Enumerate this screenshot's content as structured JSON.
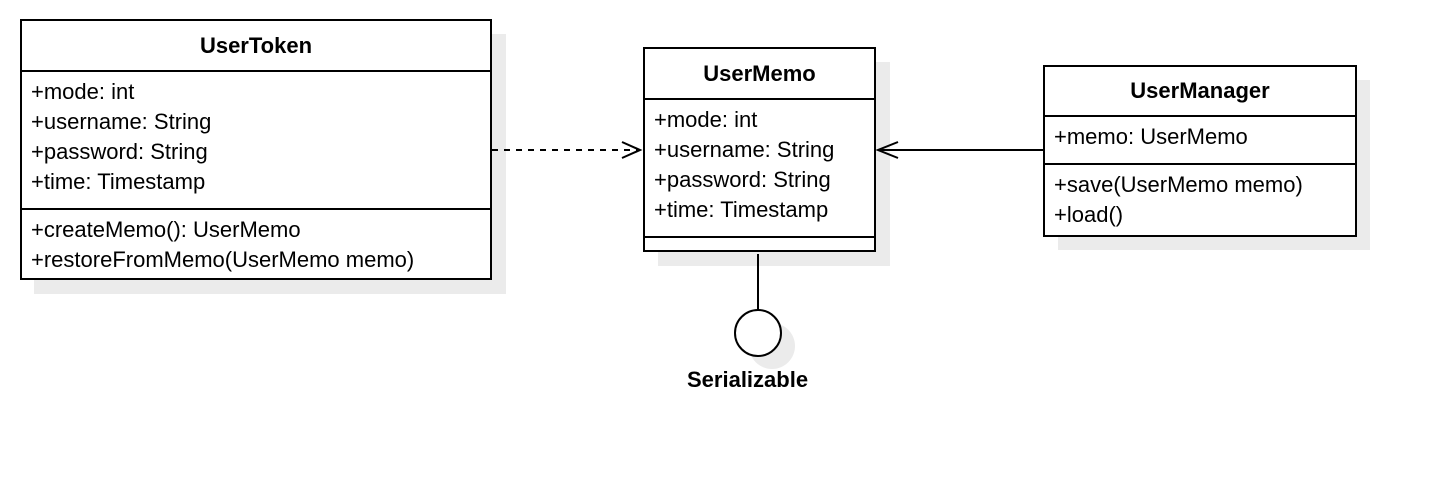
{
  "classes": {
    "user_token": {
      "name": "UserToken",
      "attributes": [
        "+mode: int",
        "+username: String",
        "+password: String",
        "+time: Timestamp"
      ],
      "methods": [
        "+createMemo(): UserMemo",
        "+restoreFromMemo(UserMemo memo)"
      ]
    },
    "user_memo": {
      "name": "UserMemo",
      "attributes": [
        "+mode: int",
        "+username: String",
        "+password: String",
        "+time: Timestamp"
      ],
      "methods": []
    },
    "user_manager": {
      "name": "UserManager",
      "attributes": [
        "+memo: UserMemo"
      ],
      "methods": [
        "+save(UserMemo memo)",
        "+load()"
      ]
    }
  },
  "interface": {
    "name": "Serializable"
  },
  "relations": [
    {
      "from": "UserToken",
      "to": "UserMemo",
      "kind": "dependency",
      "line": "dashed",
      "arrow": "open"
    },
    {
      "from": "UserManager",
      "to": "UserMemo",
      "kind": "association",
      "line": "solid",
      "arrow": "open"
    },
    {
      "from": "UserMemo",
      "to": "Serializable",
      "kind": "interface-realization",
      "line": "solid",
      "arrow": "lollipop"
    }
  ]
}
